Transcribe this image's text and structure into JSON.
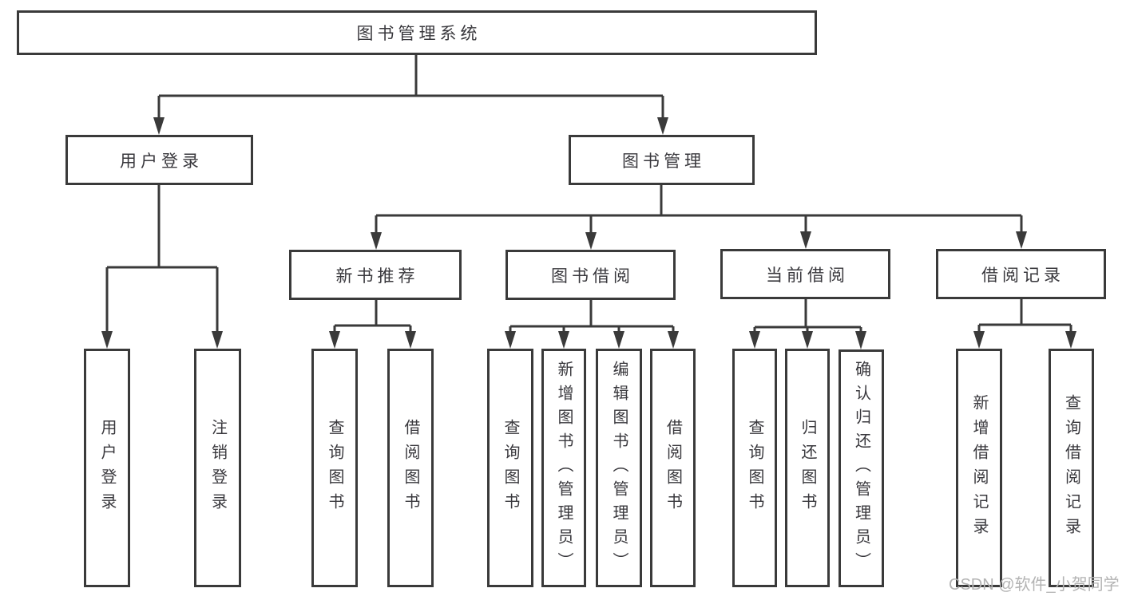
{
  "tree": {
    "label": "图书管理系统",
    "children": [
      {
        "label": "用户登录",
        "children": [
          {
            "label": "用户登录"
          },
          {
            "label": "注销登录"
          }
        ]
      },
      {
        "label": "图书管理",
        "children": [
          {
            "label": "新书推荐",
            "children": [
              {
                "label": "查询图书"
              },
              {
                "label": "借阅图书"
              }
            ]
          },
          {
            "label": "图书借阅",
            "children": [
              {
                "label": "查询图书"
              },
              {
                "label": "新增图书（管理员）"
              },
              {
                "label": "编辑图书（管理员）"
              },
              {
                "label": "借阅图书"
              }
            ]
          },
          {
            "label": "当前借阅",
            "children": [
              {
                "label": "查询图书"
              },
              {
                "label": "归还图书"
              },
              {
                "label": "确认归还（管理员）"
              }
            ]
          },
          {
            "label": "借阅记录",
            "children": [
              {
                "label": "新增借阅记录"
              },
              {
                "label": "查询借阅记录"
              }
            ]
          }
        ]
      }
    ]
  },
  "watermark": {
    "text": "CSDN @软件_小贺同学"
  },
  "colors": {
    "line": "#3a3a3a",
    "node_border": "#3a3a3a",
    "text": "#39383d",
    "watermark": "#b3b3b3",
    "background": "#ffffff"
  }
}
